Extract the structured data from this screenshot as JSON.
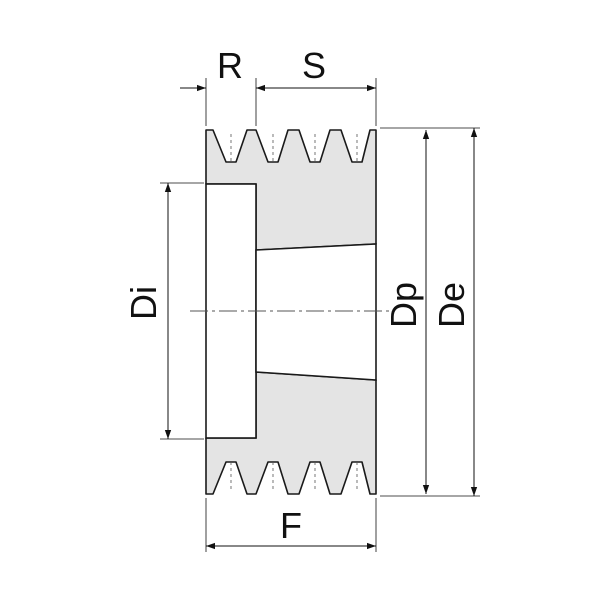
{
  "diagram": {
    "labels": {
      "R": "R",
      "S": "S",
      "Di": "Di",
      "Dp": "Dp",
      "De": "De",
      "F": "F"
    },
    "colors": {
      "body_fill": "#e4e4e4",
      "outline": "#1a1a1a",
      "dimension": "#111111",
      "centerline": "#555555"
    },
    "groove_count": 4
  }
}
